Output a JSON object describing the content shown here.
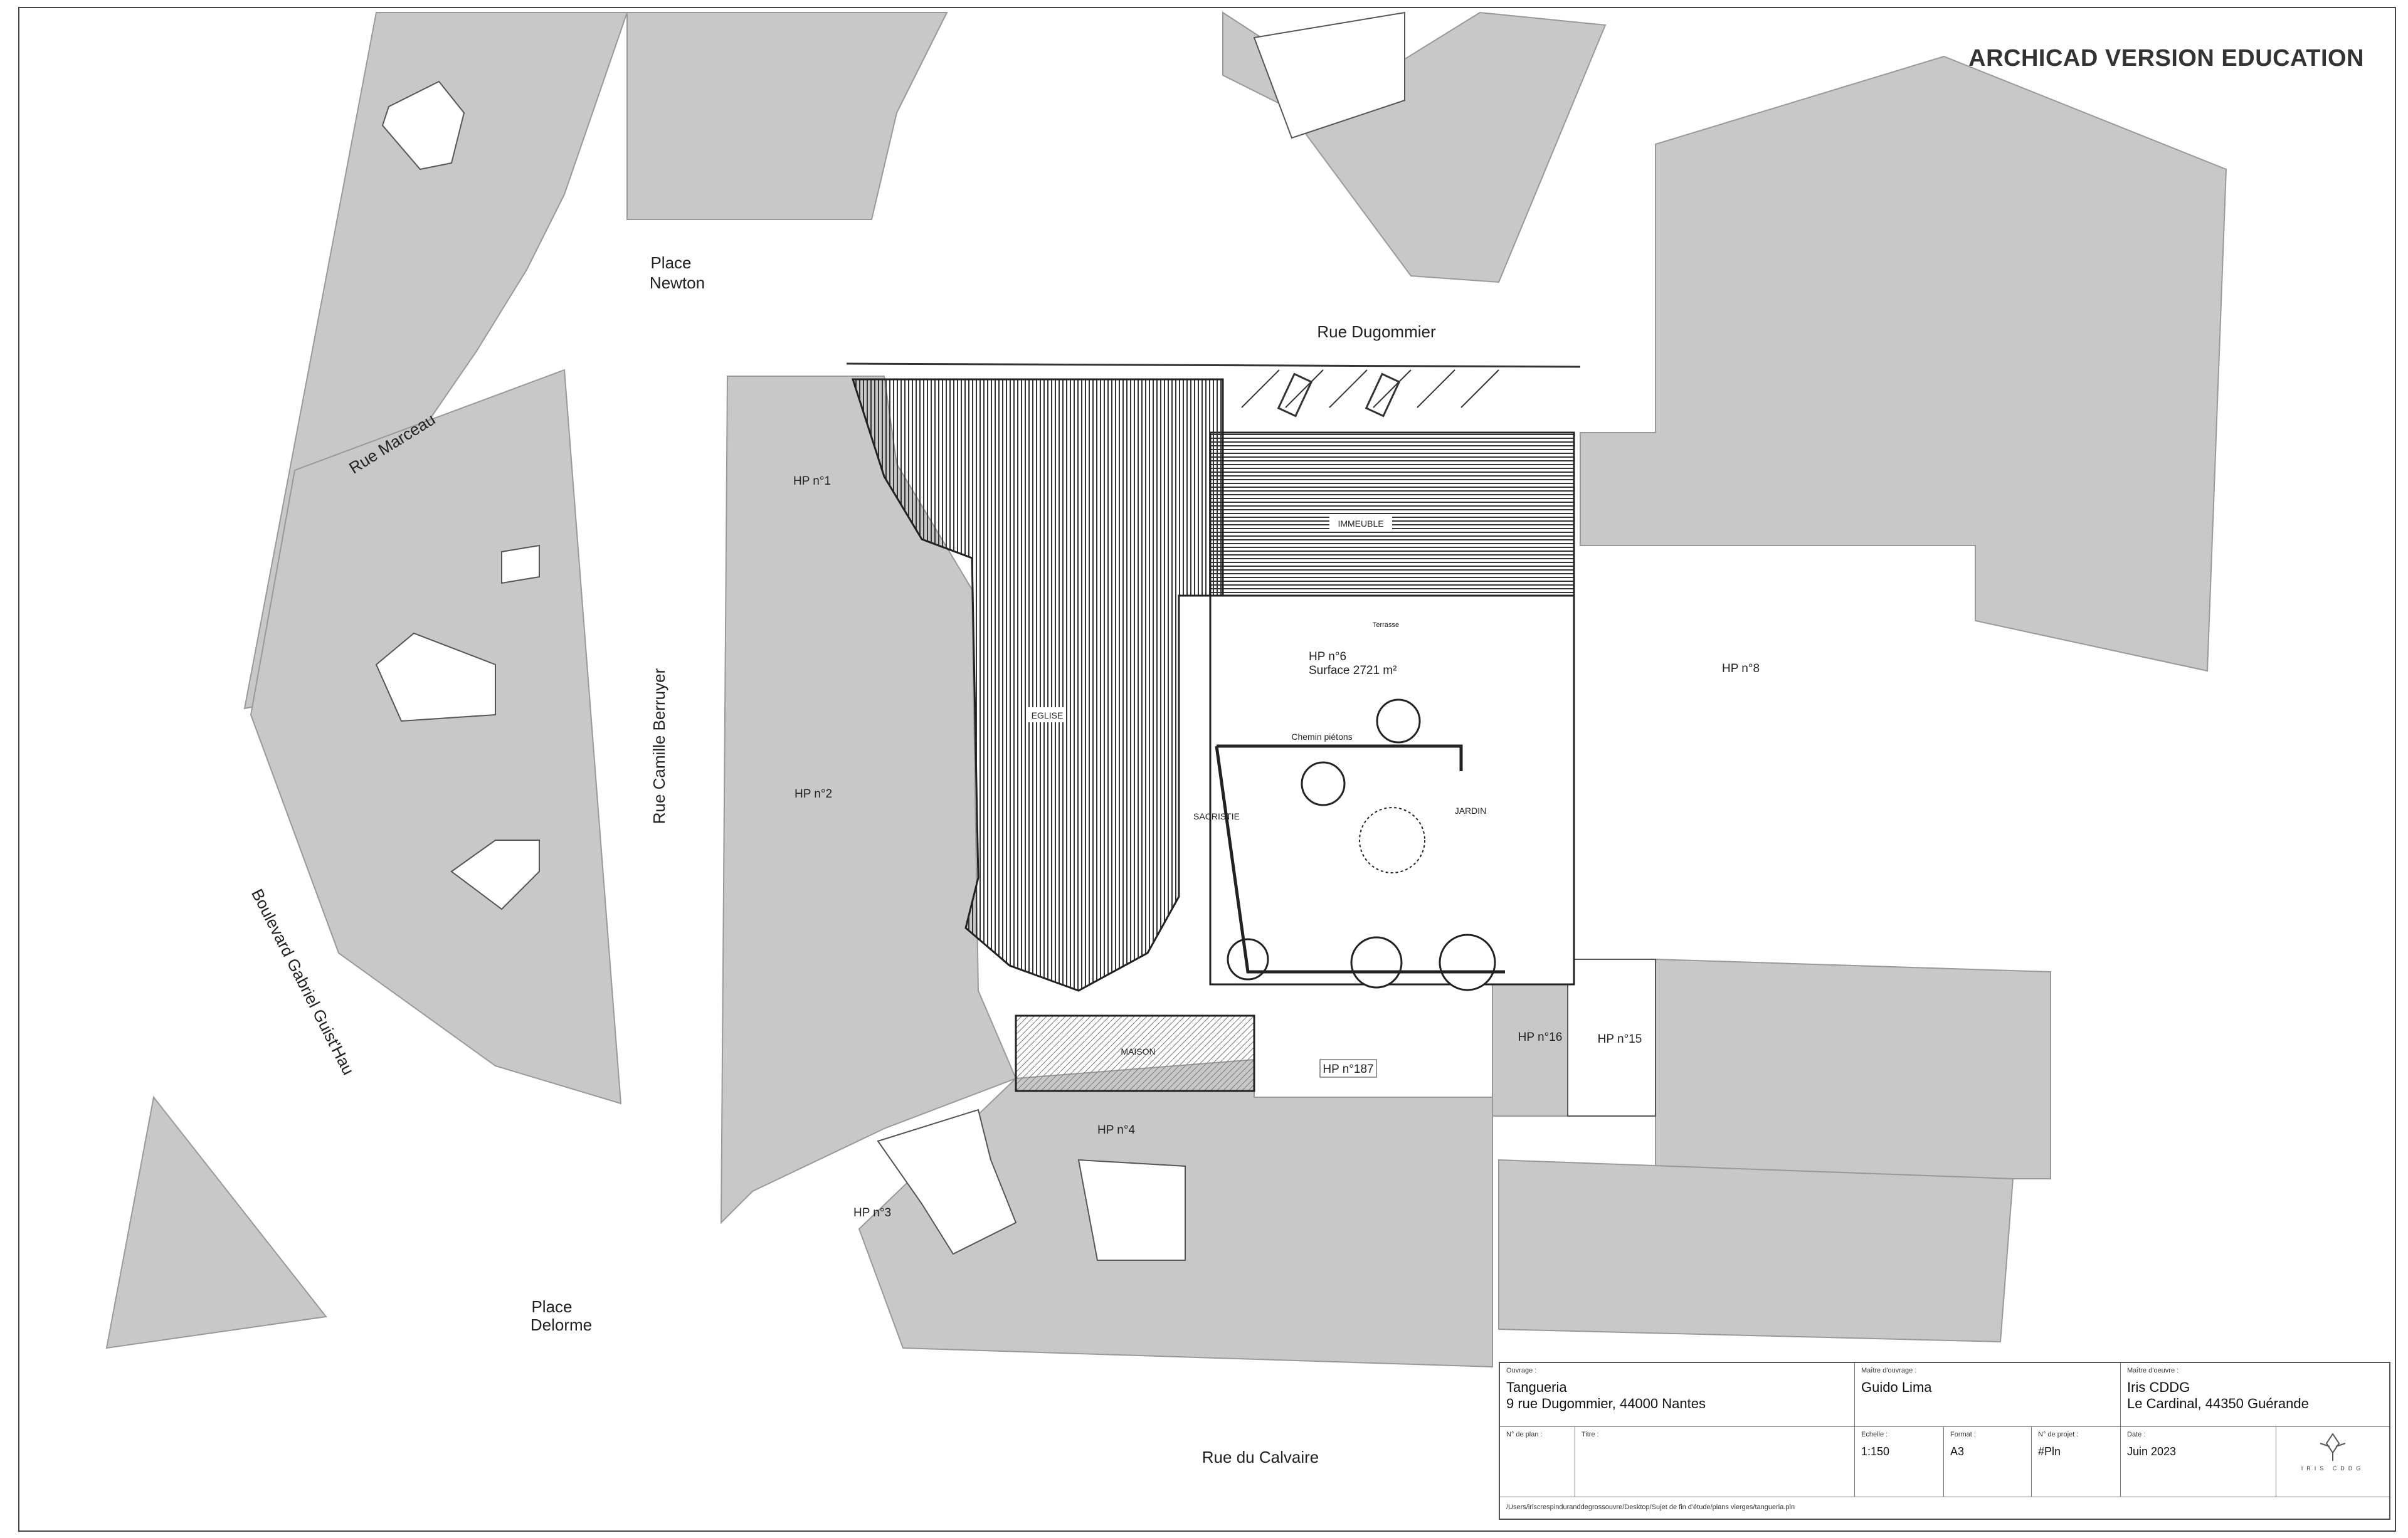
{
  "watermark": "ARCHICAD VERSION EDUCATION",
  "map": {
    "streets": {
      "place_newton": [
        "Place",
        "Newton"
      ],
      "rue_dugommier": "Rue Dugommier",
      "rue_marceau": "Rue Marceau",
      "rue_camille_berruyer": "Rue Camille Berruyer",
      "boulevard_gabriel_guisthau": "Boulevard Gabriel Guist'Hau",
      "place_delorme": [
        "Place",
        "Delorme"
      ],
      "rue_du_calvaire": "Rue du Calvaire"
    },
    "parcels": {
      "hp1": "HP n°1",
      "hp2": "HP n°2",
      "hp3": "HP n°3",
      "hp4": "HP n°4",
      "hp6": "HP n°6",
      "hp6_surface": "Surface 2721 m²",
      "hp8": "HP n°8",
      "hp15": "HP n°15",
      "hp16": "HP n°16",
      "hp187": "HP n°187"
    },
    "buildings": {
      "eglise": "EGLISE",
      "immeuble": "IMMEUBLE",
      "sacristie": "SACRISTIE",
      "maison": "MAISON",
      "jardin": "JARDIN",
      "terrasse": "Terrasse"
    },
    "annotations": {
      "chemin_pietons": "Chemin piétons"
    },
    "colors": {
      "block": "#c8c8c8",
      "line": "#222222",
      "paper": "#ffffff"
    }
  },
  "cartouche": {
    "ouvrage_caption": "Ouvrage :",
    "ouvrage_name": "Tangueria",
    "ouvrage_address": "9 rue Dugommier, 44000 Nantes",
    "maitre_ouvrage_caption": "Maître d'ouvrage :",
    "maitre_ouvrage": "Guido Lima",
    "maitre_oeuvre_caption": "Maître d'oeuvre :",
    "maitre_oeuvre_name": "Iris CDDG",
    "maitre_oeuvre_address": "Le Cardinal, 44350 Guérande",
    "no_plan_caption": "N° de plan :",
    "titre_caption": "Titre :",
    "echelle_caption": "Echelle :",
    "echelle": "1:150",
    "format_caption": "Format :",
    "format": "A3",
    "projet_caption": "N° de projet :",
    "projet": "#Pln",
    "date_caption": "Date :",
    "date": "Juin 2023",
    "logo_text": "IRIS CDDG",
    "file_path": "/Users/irisc​respinduranddegrossouvre/Desktop/Sujet de fin d'étude/plans vierges/tangueria.pln"
  }
}
